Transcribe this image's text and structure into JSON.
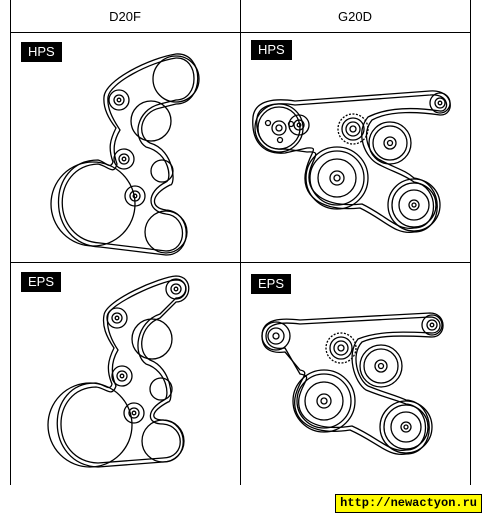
{
  "columns": {
    "left": "D20F",
    "right": "G20D"
  },
  "panels": {
    "top_left": {
      "badge": "HPS"
    },
    "top_right": {
      "badge": "HPS"
    },
    "bottom_left": {
      "badge": "EPS"
    },
    "bottom_right": {
      "badge": "EPS"
    }
  },
  "footer": {
    "url": "http://newactyon.ru"
  },
  "colors": {
    "badge_bg": "#000000",
    "badge_text": "#ffffff",
    "url_bg": "#fffc00"
  }
}
